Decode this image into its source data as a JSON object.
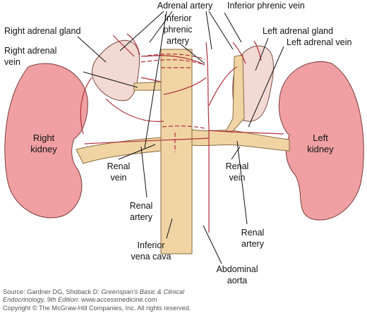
{
  "labels": {
    "adrenal_artery": "Adrenal artery",
    "inferior_phrenic_vein": "Inferior phrenic vein",
    "inferior_phrenic_artery_1": "Inferior",
    "inferior_phrenic_artery_2": "phrenic",
    "inferior_phrenic_artery_3": "artery",
    "right_adrenal_gland": "Right adrenal gland",
    "right_adrenal_vein_1": "Right adrenal",
    "right_adrenal_vein_2": "vein",
    "left_adrenal_gland": "Left adrenal gland",
    "left_adrenal_vein": "Left adrenal vein",
    "right_kidney_1": "Right",
    "right_kidney_2": "kidney",
    "left_kidney_1": "Left",
    "left_kidney_2": "kidney",
    "renal_vein_right_1": "Renal",
    "renal_vein_right_2": "vein",
    "renal_artery_right_1": "Renal",
    "renal_artery_right_2": "artery",
    "renal_vein_left_1": "Renal",
    "renal_vein_left_2": "vein",
    "renal_artery_left_1": "Renal",
    "renal_artery_left_2": "artery",
    "inferior_vena_cava_1": "Inferior",
    "inferior_vena_cava_2": "vena cava",
    "abdominal_aorta_1": "Abdominal",
    "abdominal_aorta_2": "aorta"
  },
  "source": {
    "prefix": "Source: Gardner DG, Shoback D: ",
    "title_part1": "Greenspan's Basic & Clinical",
    "title_part2": "Endocrinology, 9th Edition",
    "line2_suffix": ": www.accessmedicine.com",
    "copyright": "Copyright © The McGraw-Hill Companies, Inc. All rights reserved."
  },
  "colors": {
    "kidney": "#f0a0a2",
    "vessel": "#f0d4a4",
    "adrenal": "#f3d9d4",
    "artery_line": "#b0303a",
    "leader": "#111111"
  }
}
